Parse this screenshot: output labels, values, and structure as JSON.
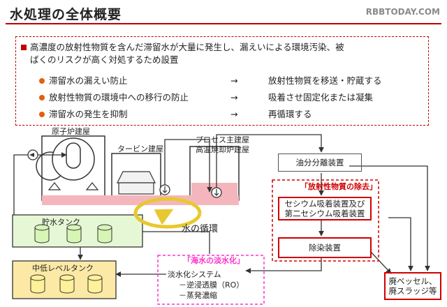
{
  "header": {
    "title": "水処理の全体概要",
    "watermark": "RBBTODAY.COM"
  },
  "summary": {
    "intro_line1": "高濃度の放射性物質を含んだ滞留水が大量に発生し、漏えいによる環境汚染、被",
    "intro_line2": "ばくのリスクが高く対処するため設置",
    "items": [
      {
        "issue": "滞留水の漏えい防止",
        "arrow": "→",
        "measure": "放射性物質を移送・貯蔵する"
      },
      {
        "issue": "放射性物質の環境中への移行の防止",
        "arrow": "→",
        "measure": "吸着させ固定化または凝集"
      },
      {
        "issue": "滞留水の発生を抑制",
        "arrow": "→",
        "measure": "再循環する"
      }
    ]
  },
  "diagram": {
    "reactor_building": "原子炉建屋",
    "turbine_building": "タービン建屋",
    "process_building_line1": "プロセス主建屋",
    "process_building_line2": "高温焼却炉建屋",
    "oil_separator": "油分分離装置",
    "radioactive_removal_title": "「放射性物質の除去」",
    "cesium_line1": "セシウム吸着装置及び",
    "cesium_line2": "第二セシウム吸着装置",
    "decontamination": "除染装置",
    "waste_line1": "廃ベッセル、",
    "waste_line2": "廃スラッジ等",
    "storage_tank": "貯水タンク",
    "mid_low_tank": "中低レベルタンク",
    "water_cycle": "水の循環",
    "desal_title": "「海水の淡水化」",
    "desal_line1": "淡水化システム",
    "desal_line2": "－逆浸透膜（RO）",
    "desal_line3": "－蒸発濃縮"
  },
  "colors": {
    "accent": "#c00000",
    "bullet": "#e06010",
    "tank_fill": "#e6f7d6",
    "midlow_fill": "#fce9a6",
    "desal_border": "#ff33cc",
    "cycle": "#e8c830"
  }
}
